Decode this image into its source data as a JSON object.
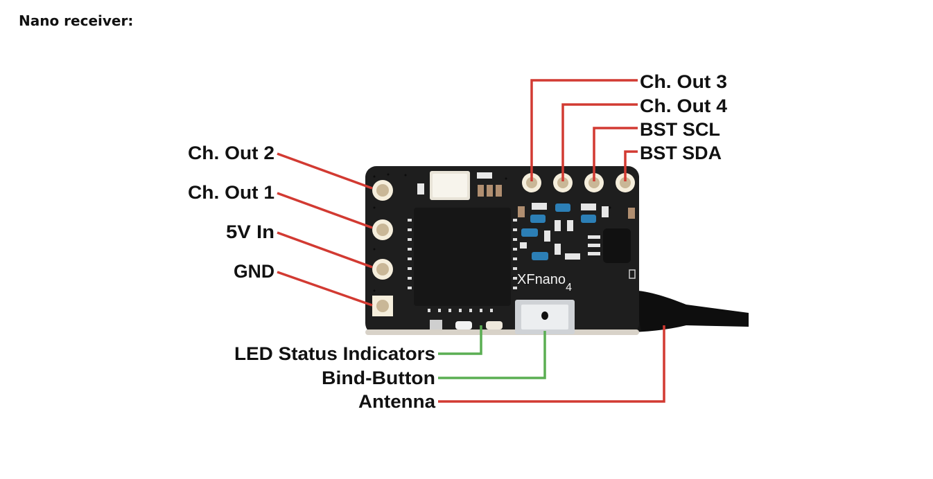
{
  "heading": "Nano receiver:",
  "board": {
    "silkscreen_brand": "XF",
    "silkscreen_model": "nano",
    "silkscreen_sub": "4"
  },
  "colors": {
    "pin_leader": "#d23a32",
    "component_leader": "#5aae52",
    "label_text": "#111111",
    "pcb": "#1e1e1e",
    "pad": "#f1e6cf"
  },
  "labels": {
    "left": [
      {
        "text": "Ch. Out 2"
      },
      {
        "text": "Ch. Out 1"
      },
      {
        "text": "5V In"
      },
      {
        "text": "GND"
      }
    ],
    "top": [
      {
        "text": "Ch. Out 3"
      },
      {
        "text": "Ch. Out 4"
      },
      {
        "text": "BST SCL"
      },
      {
        "text": "BST SDA"
      }
    ],
    "bottom": [
      {
        "text": "LED Status Indicators"
      },
      {
        "text": "Bind-Button"
      },
      {
        "text": "Antenna"
      }
    ]
  }
}
